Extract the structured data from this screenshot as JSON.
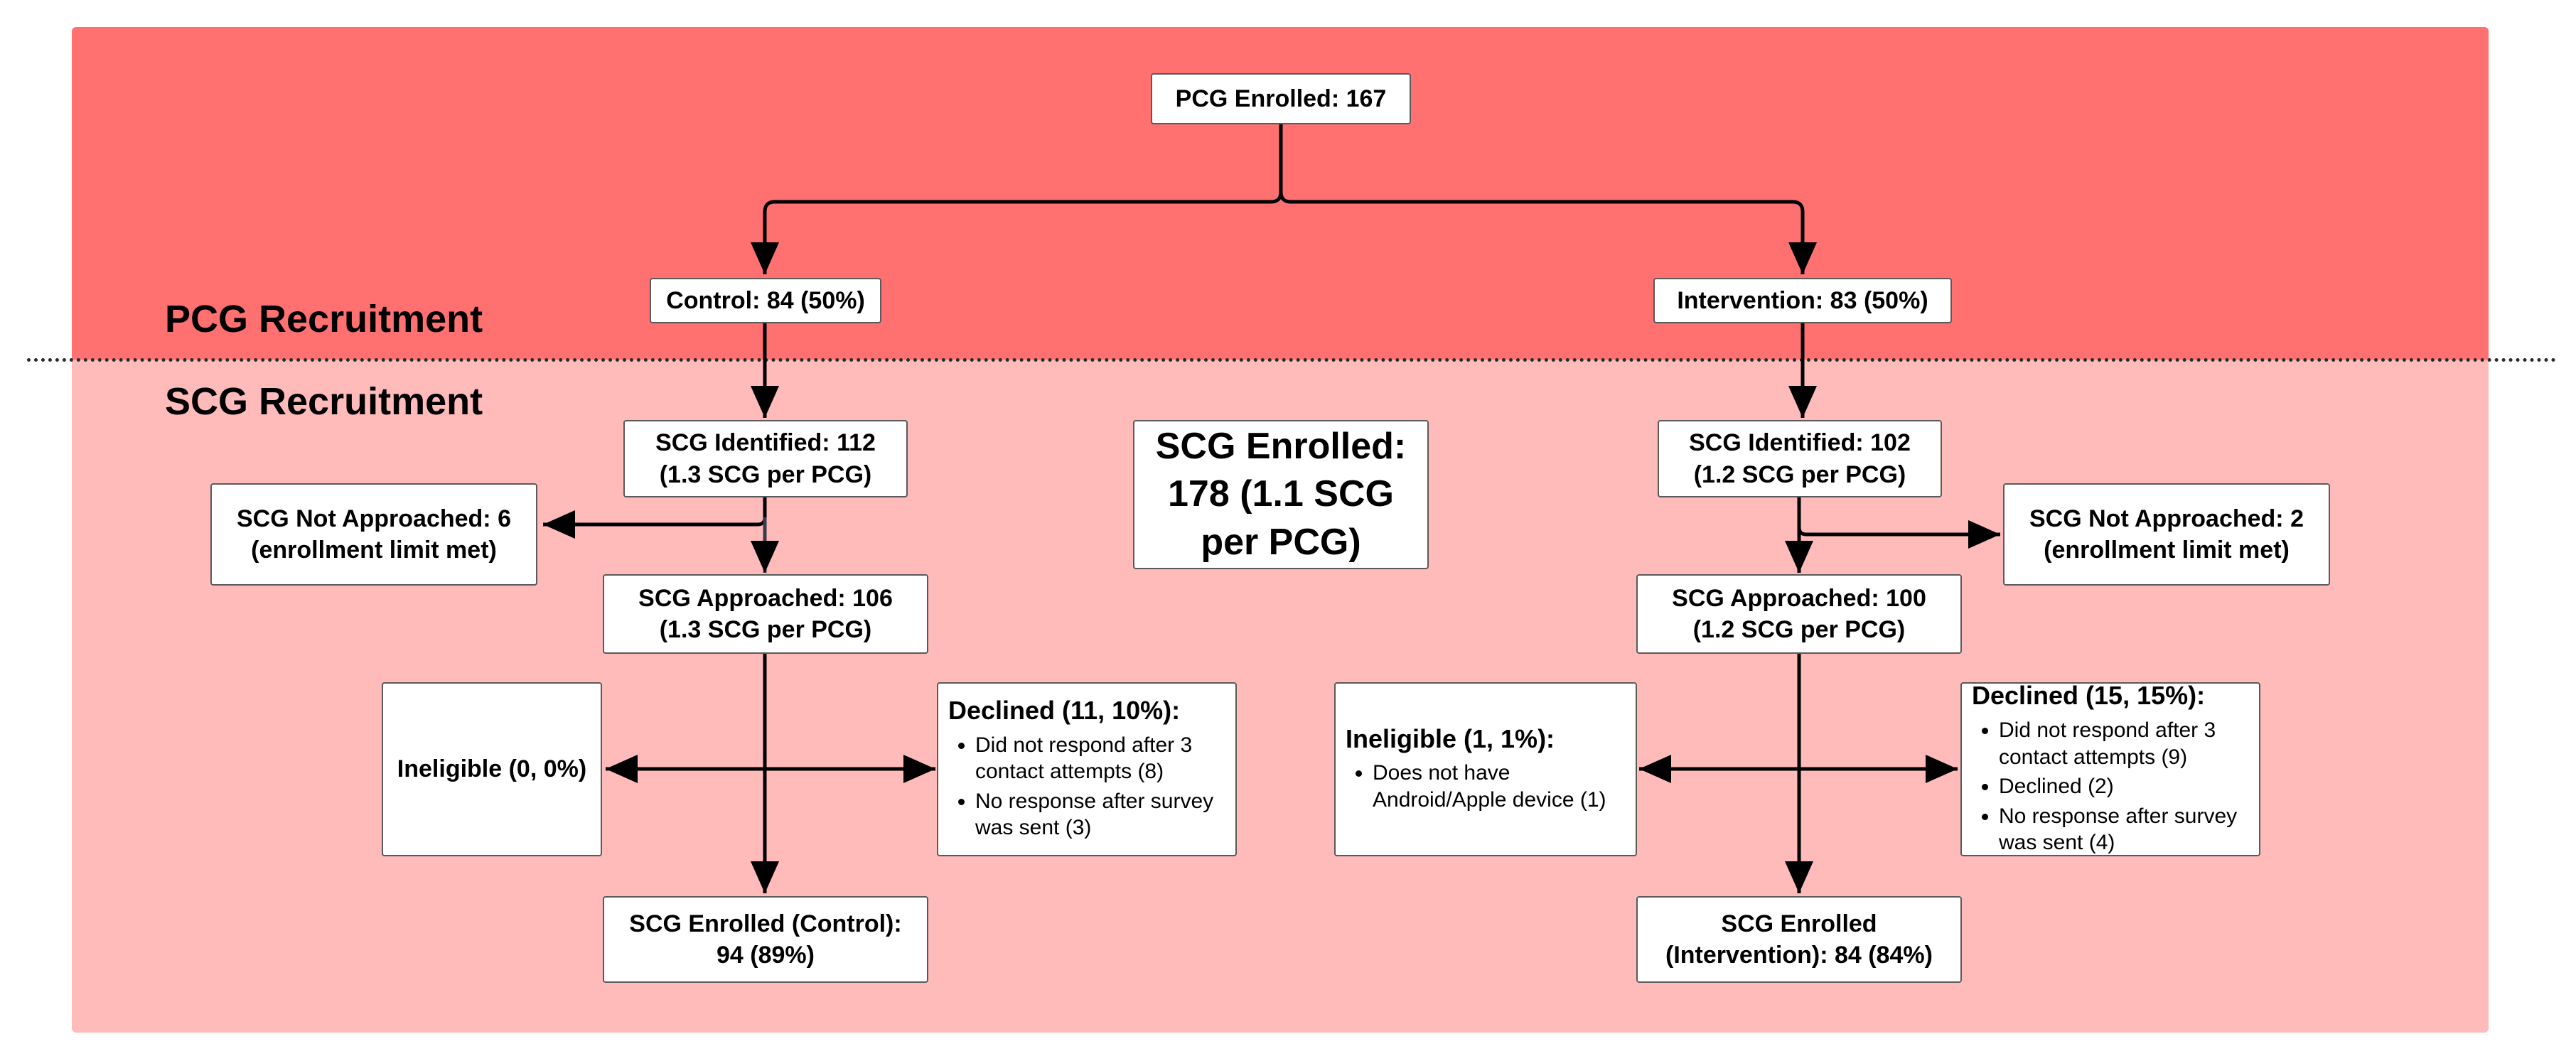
{
  "sections": {
    "pcg_title": "PCG Recruitment",
    "scg_title": "SCG Recruitment"
  },
  "nodes": {
    "pcg_enrolled": "PCG Enrolled: 167",
    "control": "Control: 84 (50%)",
    "intervention": "Intervention: 83 (50%)",
    "scg_enrolled_total": [
      "SCG Enrolled:",
      "178 (1.1 SCG",
      "per PCG)"
    ],
    "control_branch": {
      "identified": [
        "SCG Identified: 112",
        "(1.3 SCG per PCG)"
      ],
      "not_approached": [
        "SCG Not Approached: 6",
        "(enrollment limit met)"
      ],
      "approached": [
        "SCG Approached: 106",
        "(1.3 SCG per PCG)"
      ],
      "ineligible": "Ineligible (0, 0%)",
      "declined": {
        "title": "Declined (11, 10%):",
        "items": [
          "Did not respond after 3 contact attempts (8)",
          "No response after survey was sent (3)"
        ]
      },
      "enrolled": [
        "SCG Enrolled (Control):",
        "94 (89%)"
      ]
    },
    "intervention_branch": {
      "identified": [
        "SCG Identified: 102",
        "(1.2 SCG per PCG)"
      ],
      "not_approached": [
        "SCG Not Approached: 2",
        "(enrollment limit met)"
      ],
      "approached": [
        "SCG Approached: 100",
        "(1.2 SCG per PCG)"
      ],
      "ineligible": {
        "title": "Ineligible (1, 1%):",
        "items": [
          "Does not have Android/Apple device (1)"
        ]
      },
      "declined": {
        "title": "Declined (15, 15%):",
        "items": [
          "Did not respond after 3 contact attempts (9)",
          "Declined (2)",
          "No response after survey was sent (4)"
        ]
      },
      "enrolled": [
        "SCG Enrolled",
        "(Intervention): 84 (84%)"
      ]
    }
  }
}
